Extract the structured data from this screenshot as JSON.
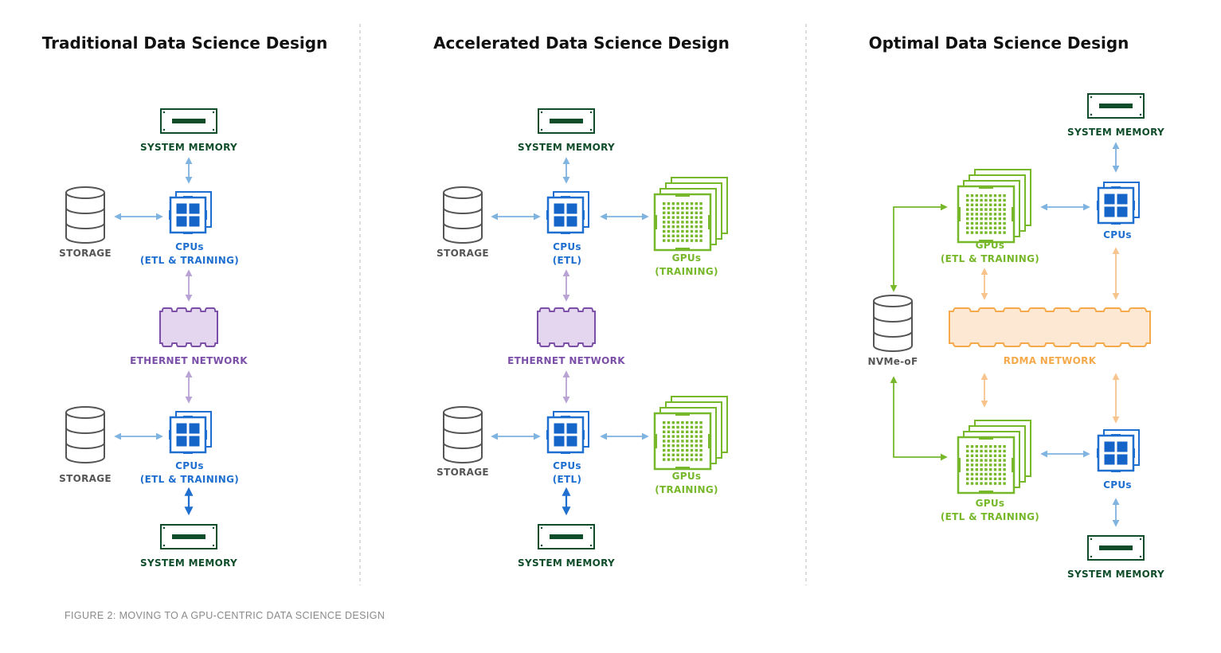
{
  "colors": {
    "memory": "#0f4d2a",
    "cpu": "#1e6fd0",
    "cpu_fill": "#1565c8",
    "gpu": "#76b82a",
    "storage": "#555555",
    "ethernet": "#7b4fa8",
    "ethernet_fill": "#e3d6ee",
    "rdma": "#f5a94a",
    "rdma_fill": "#fde9d3",
    "arrow_blue": "#7fb3e0",
    "arrow_blue_dark": "#1e6fd0",
    "arrow_purple": "#b9a2d4",
    "arrow_orange": "#f8c48e",
    "arrow_green": "#76b82a",
    "divider": "#bbbbbb"
  },
  "caption": "FIGURE 2: MOVING TO A GPU-CENTRIC DATA SCIENCE DESIGN",
  "panels": [
    {
      "id": "traditional",
      "title": "Traditional Data Science Design",
      "nodes": [
        {
          "id": "mem1",
          "type": "memory",
          "label": [
            "SYSTEM MEMORY"
          ],
          "color": "memory"
        },
        {
          "id": "sto1",
          "type": "storage",
          "label": [
            "STORAGE"
          ],
          "color": "storage"
        },
        {
          "id": "cpu1",
          "type": "cpu",
          "label": [
            "CPUs",
            "(ETL & TRAINING)"
          ],
          "color": "cpu"
        },
        {
          "id": "net",
          "type": "ethernet",
          "label": [
            "ETHERNET NETWORK"
          ],
          "color": "ethernet"
        },
        {
          "id": "sto2",
          "type": "storage",
          "label": [
            "STORAGE"
          ],
          "color": "storage"
        },
        {
          "id": "cpu2",
          "type": "cpu",
          "label": [
            "CPUs",
            "(ETL & TRAINING)"
          ],
          "color": "cpu"
        },
        {
          "id": "mem2",
          "type": "memory",
          "label": [
            "SYSTEM MEMORY"
          ],
          "color": "memory"
        }
      ],
      "edges": [
        {
          "from": "mem1",
          "to": "cpu1",
          "color": "arrow_blue"
        },
        {
          "from": "sto1",
          "to": "cpu1",
          "color": "arrow_blue"
        },
        {
          "from": "cpu1",
          "to": "net",
          "color": "arrow_purple"
        },
        {
          "from": "net",
          "to": "cpu2",
          "color": "arrow_purple"
        },
        {
          "from": "sto2",
          "to": "cpu2",
          "color": "arrow_blue"
        },
        {
          "from": "cpu2",
          "to": "mem2",
          "color": "arrow_blue_dark"
        }
      ]
    },
    {
      "id": "accelerated",
      "title": "Accelerated Data Science Design",
      "nodes": [
        {
          "id": "mem1",
          "type": "memory",
          "label": [
            "SYSTEM MEMORY"
          ],
          "color": "memory"
        },
        {
          "id": "sto1",
          "type": "storage",
          "label": [
            "STORAGE"
          ],
          "color": "storage"
        },
        {
          "id": "cpu1",
          "type": "cpu",
          "label": [
            "CPUs",
            "(ETL)"
          ],
          "color": "cpu"
        },
        {
          "id": "gpu1",
          "type": "gpu",
          "label": [
            "GPUs",
            "(TRAINING)"
          ],
          "color": "gpu"
        },
        {
          "id": "net",
          "type": "ethernet",
          "label": [
            "ETHERNET NETWORK"
          ],
          "color": "ethernet"
        },
        {
          "id": "sto2",
          "type": "storage",
          "label": [
            "STORAGE"
          ],
          "color": "storage"
        },
        {
          "id": "cpu2",
          "type": "cpu",
          "label": [
            "CPUs",
            "(ETL)"
          ],
          "color": "cpu"
        },
        {
          "id": "gpu2",
          "type": "gpu",
          "label": [
            "GPUs",
            "(TRAINING)"
          ],
          "color": "gpu"
        },
        {
          "id": "mem2",
          "type": "memory",
          "label": [
            "SYSTEM MEMORY"
          ],
          "color": "memory"
        }
      ],
      "edges": [
        {
          "from": "mem1",
          "to": "cpu1",
          "color": "arrow_blue"
        },
        {
          "from": "sto1",
          "to": "cpu1",
          "color": "arrow_blue"
        },
        {
          "from": "cpu1",
          "to": "gpu1",
          "color": "arrow_blue"
        },
        {
          "from": "cpu1",
          "to": "net",
          "color": "arrow_purple"
        },
        {
          "from": "net",
          "to": "cpu2",
          "color": "arrow_purple"
        },
        {
          "from": "sto2",
          "to": "cpu2",
          "color": "arrow_blue"
        },
        {
          "from": "cpu2",
          "to": "gpu2",
          "color": "arrow_blue"
        },
        {
          "from": "cpu2",
          "to": "mem2",
          "color": "arrow_blue_dark"
        }
      ]
    },
    {
      "id": "optimal",
      "title": "Optimal Data Science Design",
      "nodes": [
        {
          "id": "mem1",
          "type": "memory",
          "label": [
            "SYSTEM MEMORY"
          ],
          "color": "memory"
        },
        {
          "id": "gpu1",
          "type": "gpu",
          "label": [
            "GPUs",
            "(ETL & TRAINING)"
          ],
          "color": "gpu"
        },
        {
          "id": "cpu1",
          "type": "cpu",
          "label": [
            "CPUs"
          ],
          "color": "cpu"
        },
        {
          "id": "nvme",
          "type": "storage",
          "label": [
            "NVMe-oF"
          ],
          "color": "storage"
        },
        {
          "id": "net",
          "type": "rdma",
          "label": [
            "RDMA NETWORK"
          ],
          "color": "rdma"
        },
        {
          "id": "gpu2",
          "type": "gpu",
          "label": [
            "GPUs",
            "(ETL & TRAINING)"
          ],
          "color": "gpu"
        },
        {
          "id": "cpu2",
          "type": "cpu",
          "label": [
            "CPUs"
          ],
          "color": "cpu"
        },
        {
          "id": "mem2",
          "type": "memory",
          "label": [
            "SYSTEM MEMORY"
          ],
          "color": "memory"
        }
      ],
      "edges": [
        {
          "from": "mem1",
          "to": "cpu1",
          "color": "arrow_blue"
        },
        {
          "from": "gpu1",
          "to": "cpu1",
          "color": "arrow_blue"
        },
        {
          "from": "nvme",
          "to": "gpu1",
          "color": "arrow_green"
        },
        {
          "from": "gpu1",
          "to": "net",
          "color": "arrow_orange"
        },
        {
          "from": "cpu1",
          "to": "net",
          "color": "arrow_orange"
        },
        {
          "from": "net",
          "to": "gpu2",
          "color": "arrow_orange"
        },
        {
          "from": "net",
          "to": "cpu2",
          "color": "arrow_orange"
        },
        {
          "from": "nvme",
          "to": "gpu2",
          "color": "arrow_green"
        },
        {
          "from": "gpu2",
          "to": "cpu2",
          "color": "arrow_blue"
        },
        {
          "from": "cpu2",
          "to": "mem2",
          "color": "arrow_blue"
        }
      ]
    }
  ]
}
